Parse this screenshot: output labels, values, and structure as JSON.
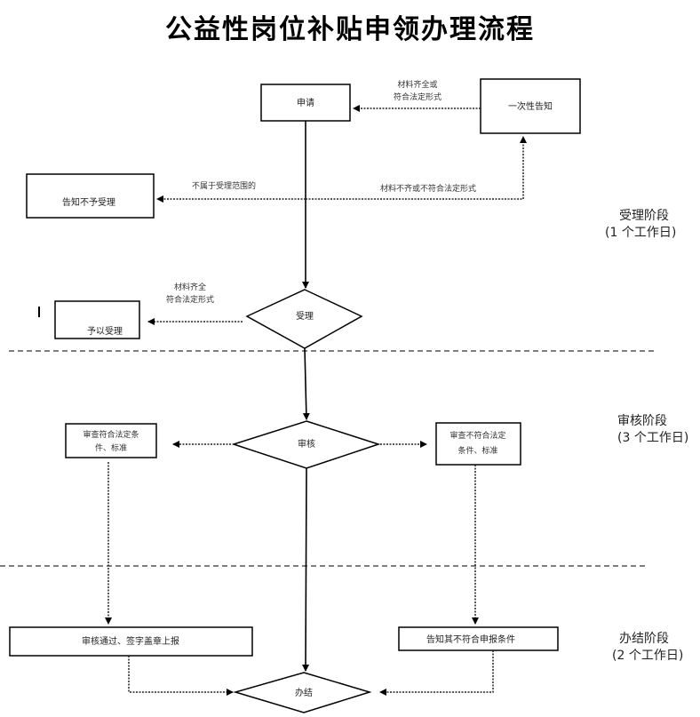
{
  "title": "公益性岗位补贴申领办理流程",
  "nodes": {
    "apply": "申请",
    "notify_once": "一次性告知",
    "reject": "告知不予受理",
    "accept_decision": "受理",
    "accepted": "予以受理",
    "review_decision": "审核",
    "review_pass_cond": [
      "审查符合法定条",
      "件、标准"
    ],
    "review_fail_cond": [
      "审查不符合法定",
      "条件、标准"
    ],
    "approve_report": "审核通过、签字盖章上报",
    "notify_fail": "告知其不符合申报条件",
    "complete": "办结"
  },
  "edge_labels": {
    "notify_to_apply": [
      "材料齐全或",
      "符合法定形式"
    ],
    "not_in_scope": "不属于受理范围的",
    "incomplete": "材料不齐或不符合法定形式",
    "complete_materials": [
      "材料齐全",
      "符合法定形式"
    ]
  },
  "phases": [
    {
      "name": "受理阶段",
      "days": "(1 个工作日)"
    },
    {
      "name": "审核阶段",
      "days": "(3 个工作日)"
    },
    {
      "name": "办结阶段",
      "days": "(2 个工作日)"
    }
  ]
}
